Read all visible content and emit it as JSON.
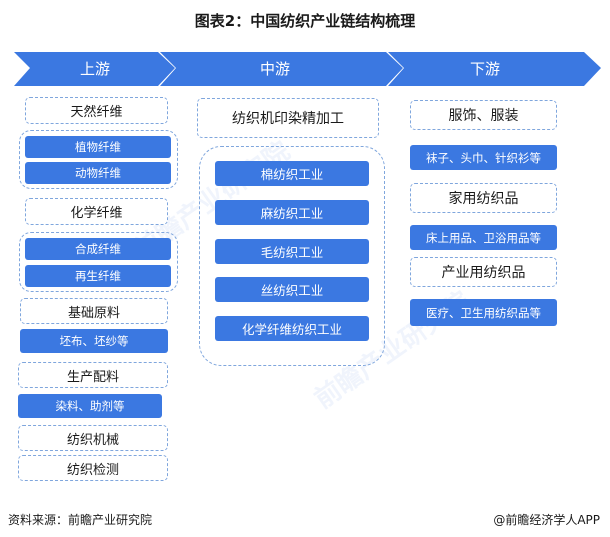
{
  "title": "图表2：中国纺织产业链结构梳理",
  "stages": {
    "upstream": "上游",
    "midstream": "中游",
    "downstream": "下游"
  },
  "upstream": {
    "natural_fiber": "天然纤维",
    "plant_fiber": "植物纤维",
    "animal_fiber": "动物纤维",
    "chemical_fiber": "化学纤维",
    "synthetic_fiber": "合成纤维",
    "regenerated_fiber": "再生纤维",
    "basic_materials": "基础原料",
    "grey_cloth_yarn": "坯布、坯纱等",
    "production_ingredients": "生产配料",
    "dyes_auxiliaries": "染料、助剂等",
    "textile_machinery": "纺织机械",
    "textile_testing": "纺织检测"
  },
  "midstream": {
    "header": "纺织机印染精加工",
    "items": [
      "棉纺织工业",
      "麻纺织工业",
      "毛纺织工业",
      "丝纺织工业",
      "化学纤维纺织工业"
    ]
  },
  "downstream": {
    "apparel": "服饰、服装",
    "apparel_items": "袜子、头巾、针织衫等",
    "home_textiles": "家用纺织品",
    "home_items": "床上用品、卫浴用品等",
    "industrial_textiles": "产业用纺织品",
    "industrial_items": "医疗、卫生用纺织品等"
  },
  "footer": {
    "source": "资料来源：前瞻产业研究院",
    "brand": "@前瞻经济学人APP"
  },
  "watermark": "前瞻产业研究院",
  "colors": {
    "arrow": "#3b78e1",
    "filled_box": "#3b78e1",
    "dashed_border": "#7fa6dd"
  }
}
